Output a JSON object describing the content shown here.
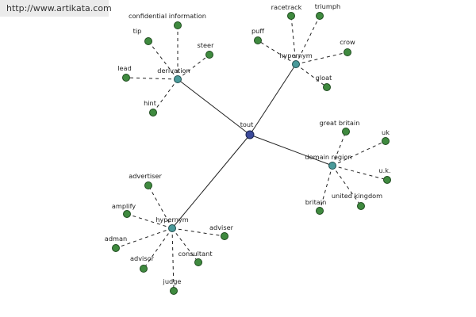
{
  "site_url": "http://www.artikata.com",
  "root": {
    "label": "tout"
  },
  "hubs": [
    {
      "id": "derivation",
      "label": "derivation",
      "leaves": [
        "confidential information",
        "tip",
        "steer",
        "lead",
        "hint"
      ]
    },
    {
      "id": "hypernym-top",
      "label": "hypernym",
      "leaves": [
        "racetrack",
        "triumph",
        "puff",
        "crow",
        "gloat"
      ]
    },
    {
      "id": "domain-region",
      "label": "domain region",
      "leaves": [
        "great britain",
        "uk",
        "u.k.",
        "united kingdom",
        "britain"
      ]
    },
    {
      "id": "hypernym-bottom",
      "label": "hypernym",
      "leaves": [
        "advertiser",
        "amplify",
        "adviser",
        "adman",
        "consultant",
        "advisor",
        "judge"
      ]
    }
  ],
  "colors": {
    "root_node": "#3b4a9a",
    "hub_node": "#4a9a9a",
    "leaf_node": "#3f8a3f",
    "edge": "#222222",
    "banner_bg": "#ebebeb"
  }
}
